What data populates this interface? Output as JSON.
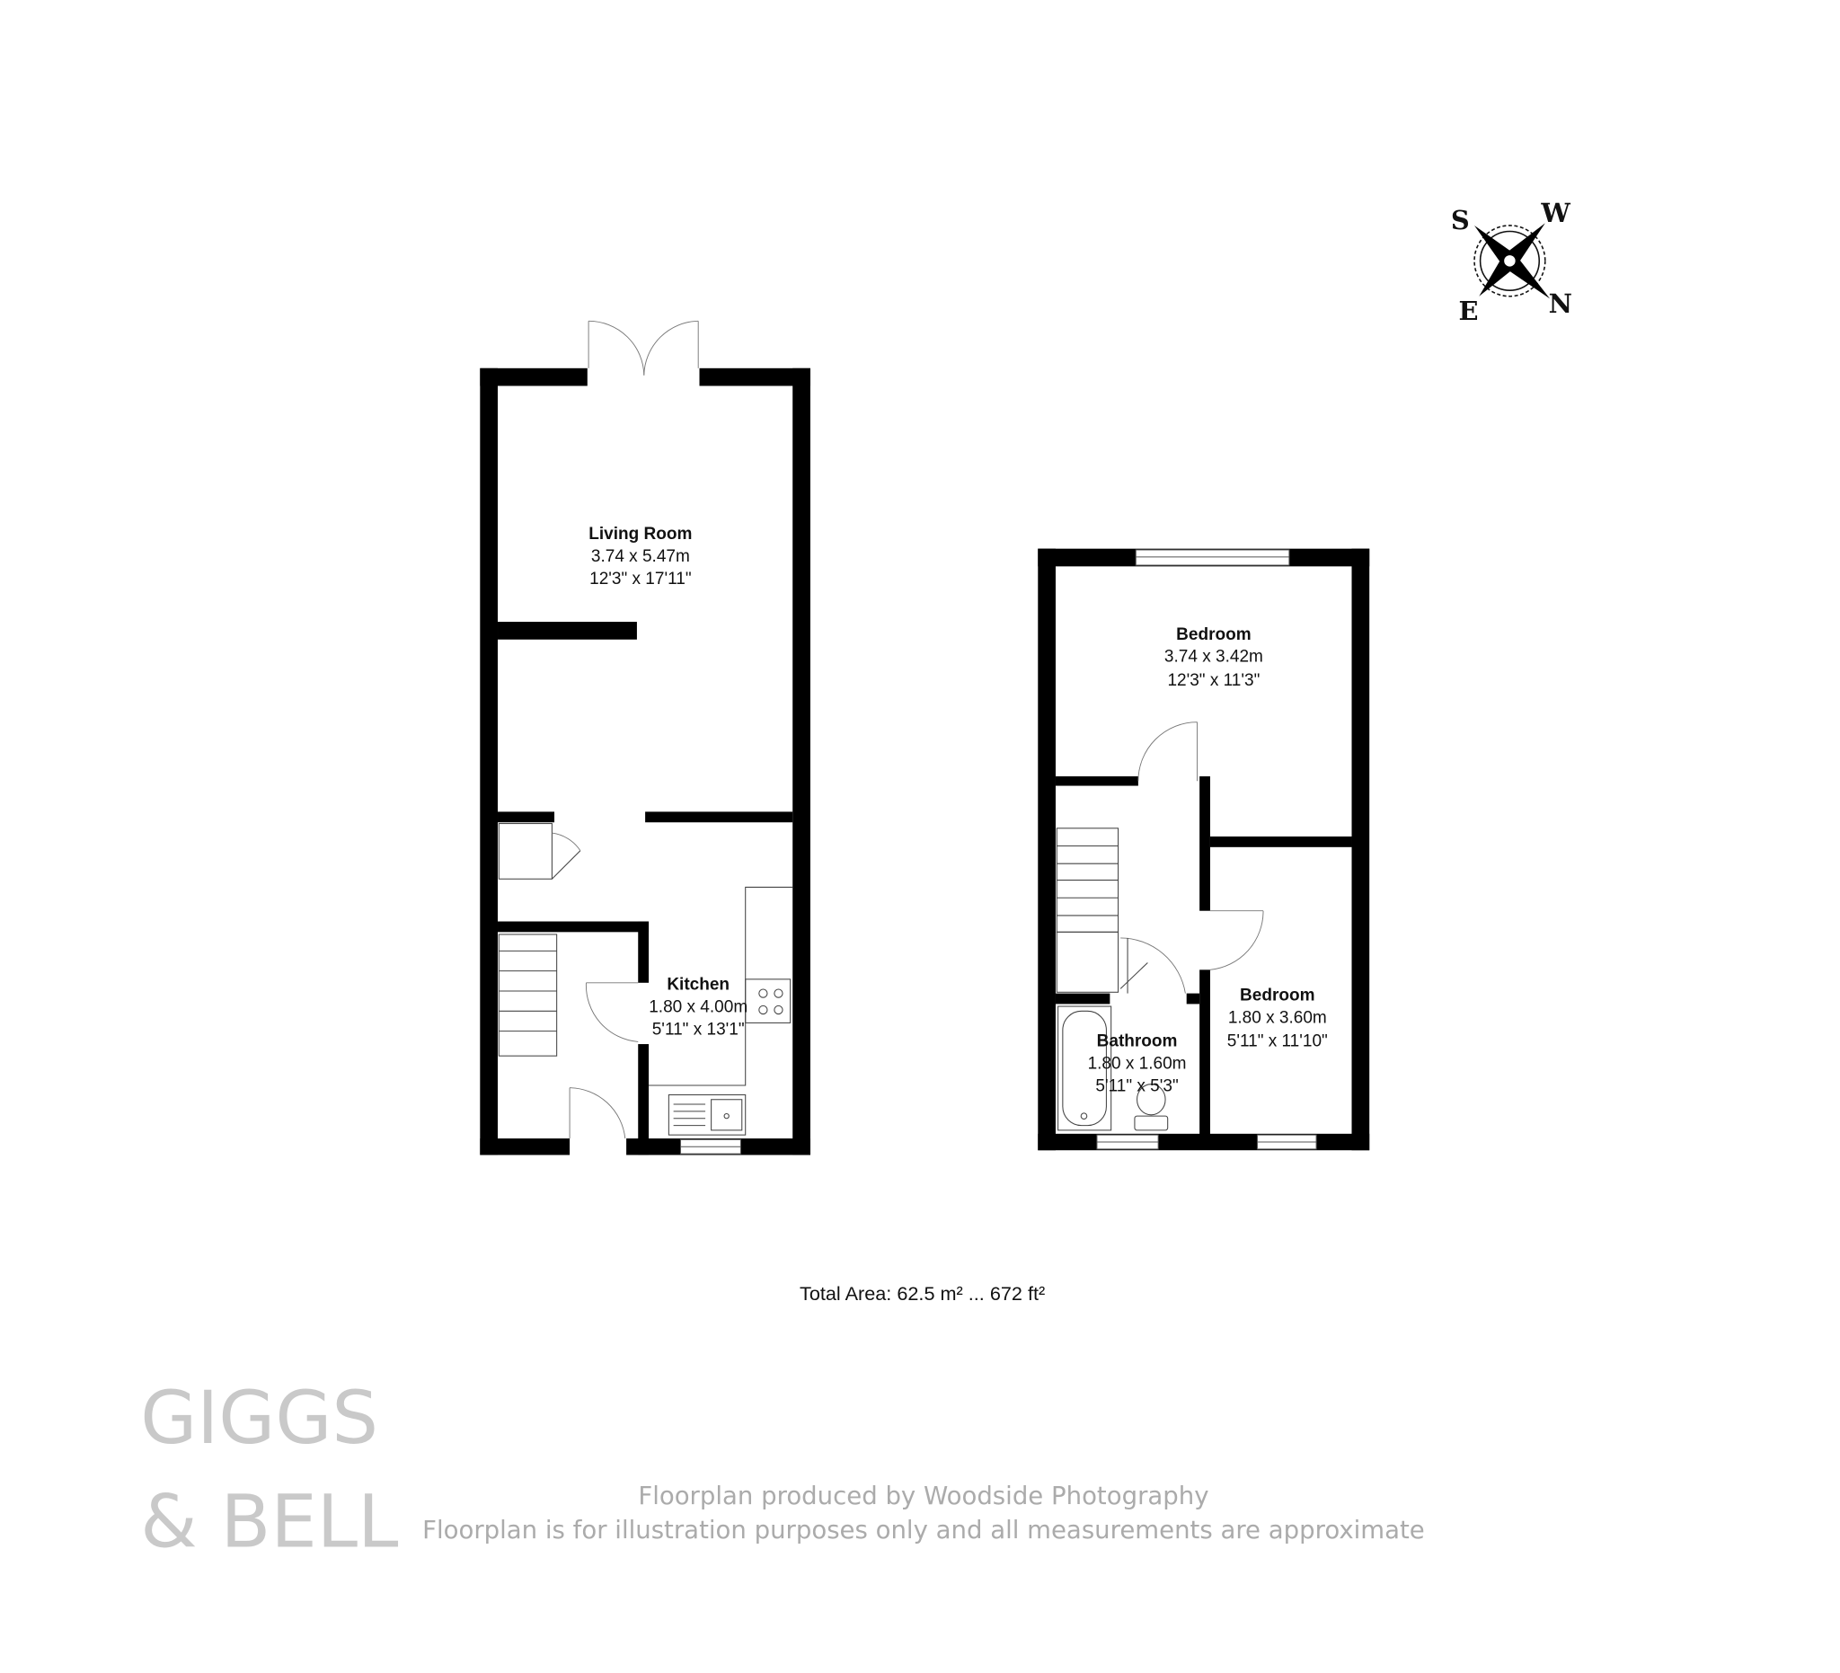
{
  "compass": {
    "icon": "compass-rose-icon",
    "north": "N",
    "south": "S",
    "east": "E",
    "west": "W"
  },
  "ground_floor": {
    "rooms": [
      {
        "name": "Living Room",
        "metric": "3.74 x 5.47m",
        "imperial": "12'3\" x 17'11\""
      },
      {
        "name": "Kitchen",
        "metric": "1.80 x 4.00m",
        "imperial": "5'11\" x 13'1\""
      }
    ]
  },
  "first_floor": {
    "rooms": [
      {
        "name": "Bedroom",
        "metric": "3.74 x 3.42m",
        "imperial": "12'3\" x 11'3\""
      },
      {
        "name": "Bedroom",
        "metric": "1.80 x 3.60m",
        "imperial": "5'11\" x 11'10\""
      },
      {
        "name": "Bathroom",
        "metric": "1.80 x 1.60m",
        "imperial": "5'11\" x 5'3\""
      }
    ]
  },
  "total_area": "Total Area: 62.5 m² ... 672 ft²",
  "logo": {
    "line1": "GIGGS",
    "line2": "& BELL"
  },
  "footer": {
    "line1": "Floorplan produced by Woodside Photography",
    "line2": "Floorplan is for illustration purposes only and all measurements are approximate"
  },
  "colors": {
    "wall": "#000000",
    "logo": "#c9c9c9",
    "footer": "#ababab"
  }
}
